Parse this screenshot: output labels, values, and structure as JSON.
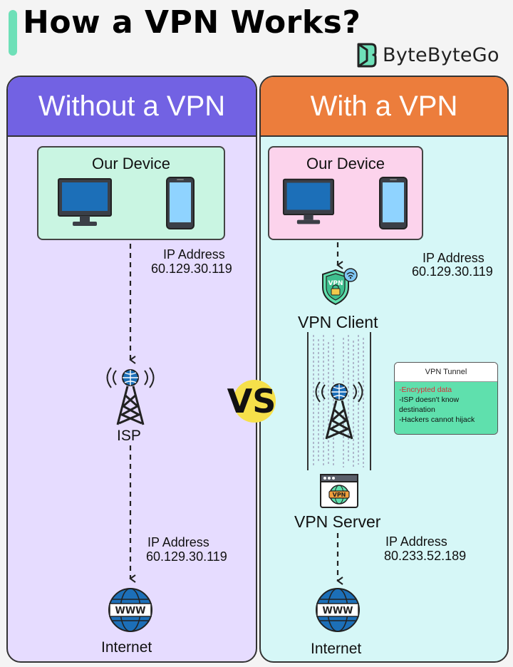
{
  "title": "How a VPN Works?",
  "brand": {
    "name": "ByteByteGo",
    "logo_icon": "bytebytego-logo-icon"
  },
  "vs_label": "VS",
  "left": {
    "heading": "Without a VPN",
    "device_box_title": "Our Device",
    "ip_label_1": "IP Address",
    "ip_value_1": "60.129.30.119",
    "isp_label": "ISP",
    "ip_label_2": "IP Address",
    "ip_value_2": "60.129.30.119",
    "internet_label": "Internet"
  },
  "right": {
    "heading": "With a VPN",
    "device_box_title": "Our Device",
    "ip_label_1": "IP Address",
    "ip_value_1": "60.129.30.119",
    "vpn_client_label": "VPN Client",
    "vpn_shield_text": "VPN",
    "vpn_server_label": "VPN Server",
    "vpn_server_badge": "VPN",
    "ip_label_2": "IP Address",
    "ip_value_2": "80.233.52.189",
    "internet_label": "Internet"
  },
  "tunnel_card": {
    "title": "VPN Tunnel",
    "items": [
      "-Encrypted data",
      "-ISP doesn't know",
      "destination",
      "-Hackers cannot hijack"
    ]
  },
  "globe_text": "WWW",
  "colors": {
    "left_header": "#7262e3",
    "right_header": "#ec7d3c",
    "left_bg": "#e6dcff",
    "right_bg": "#d6f7f7",
    "device_left_bg": "#c9f5e2",
    "device_right_bg": "#fcd3ec",
    "accent_green": "#6ee0b8",
    "encrypted_text": "#d6303a"
  }
}
